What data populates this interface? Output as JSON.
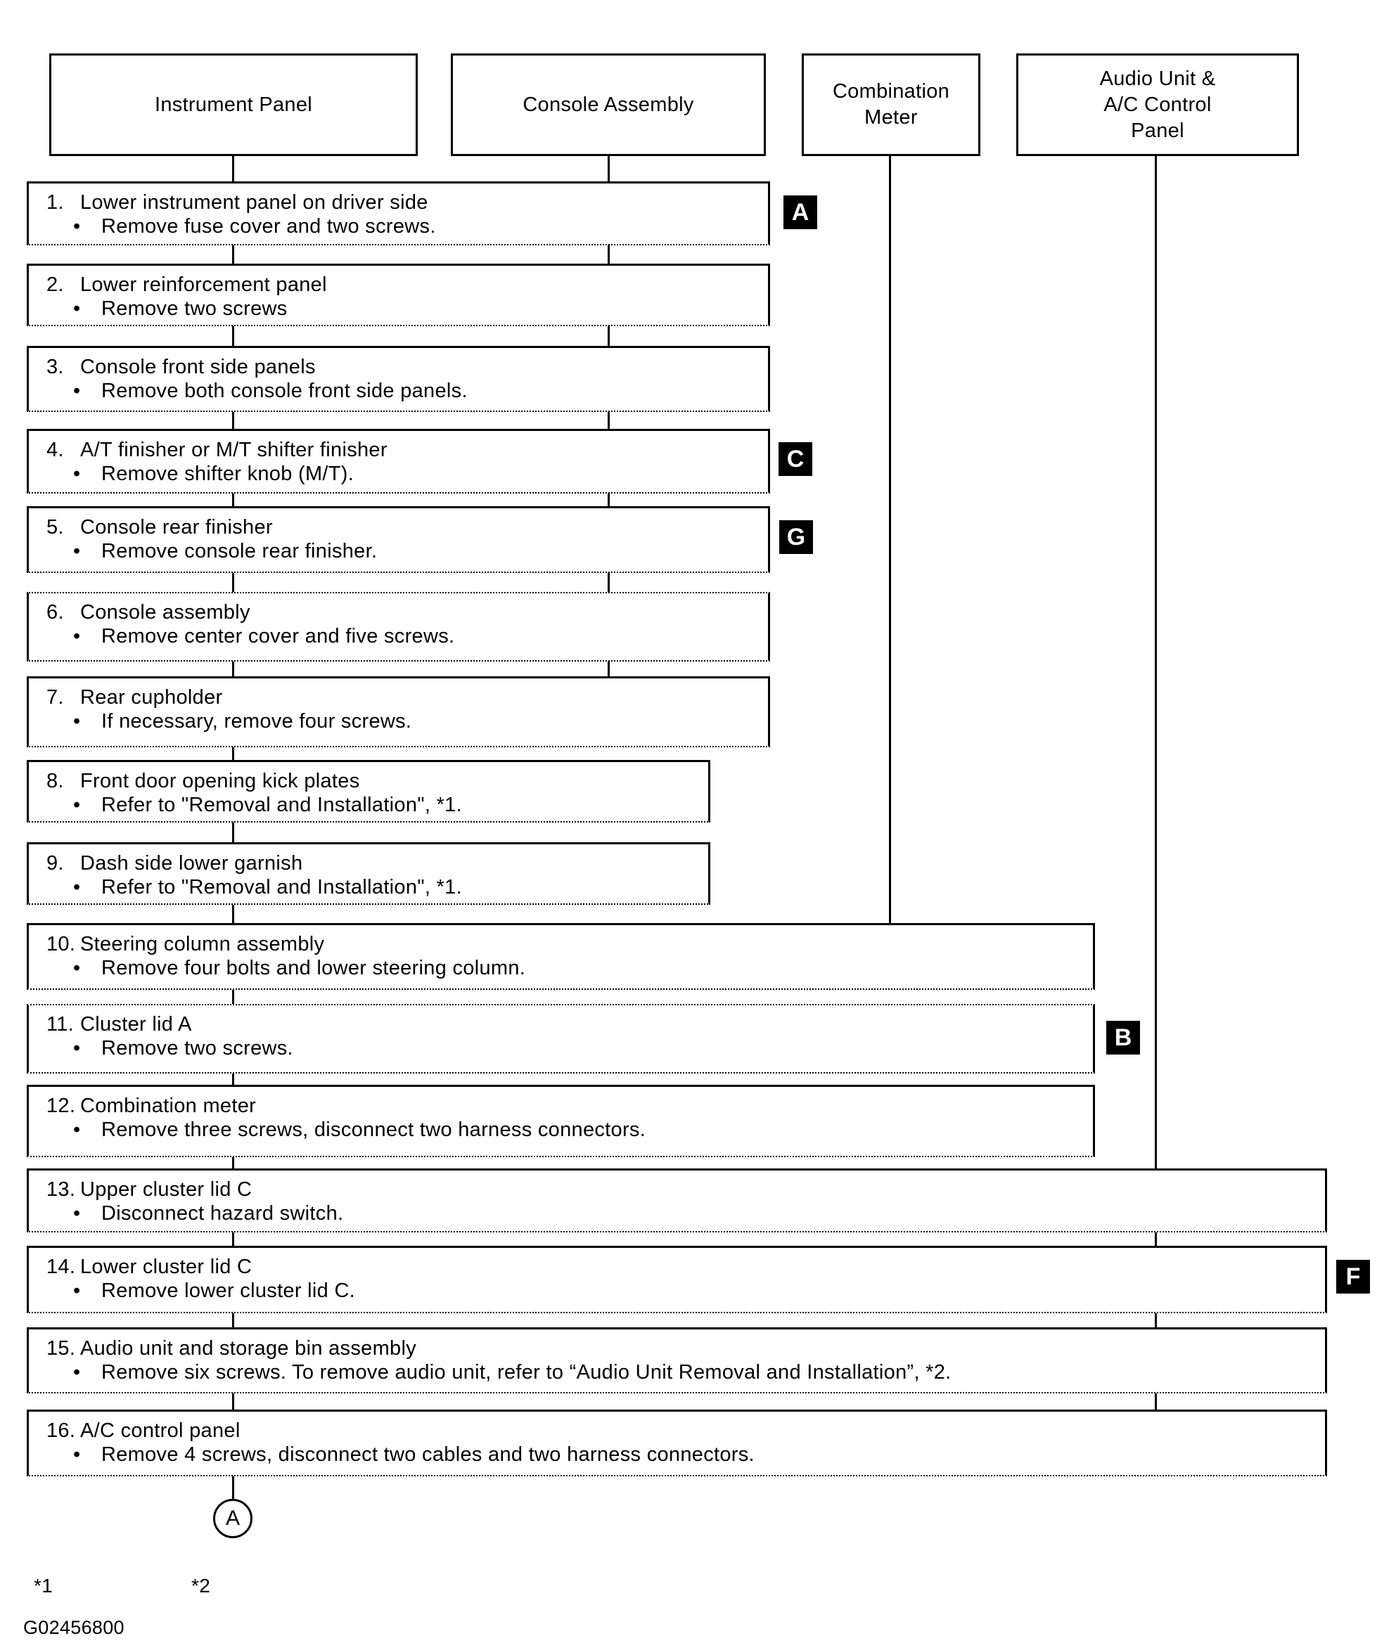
{
  "ui": {
    "bullet": "•"
  },
  "headers": [
    {
      "lines": [
        "Instrument Panel"
      ]
    },
    {
      "lines": [
        "Console Assembly"
      ]
    },
    {
      "lines": [
        "Combination",
        "Meter"
      ]
    },
    {
      "lines": [
        "Audio Unit &",
        "A/C Control",
        "Panel"
      ]
    }
  ],
  "steps": [
    {
      "num": "1.",
      "title": "Lower instrument panel on driver side",
      "detail": "Remove fuse cover and two screws."
    },
    {
      "num": "2.",
      "title": "Lower reinforcement panel",
      "detail": "Remove two screws"
    },
    {
      "num": "3.",
      "title": "Console front side panels",
      "detail": "Remove both console front side panels."
    },
    {
      "num": "4.",
      "title": "A/T finisher or M/T shifter finisher",
      "detail": "Remove shifter knob (M/T)."
    },
    {
      "num": "5.",
      "title": "Console rear finisher",
      "detail": "Remove console rear finisher."
    },
    {
      "num": "6.",
      "title": "Console assembly",
      "detail": "Remove center cover and five screws."
    },
    {
      "num": "7.",
      "title": "Rear cupholder",
      "detail": "If necessary, remove four screws."
    },
    {
      "num": "8.",
      "title": "Front door opening kick plates",
      "detail": "Refer to \"Removal and Installation\", *1."
    },
    {
      "num": "9.",
      "title": "Dash side lower garnish",
      "detail": "Refer to \"Removal and Installation\", *1."
    },
    {
      "num": "10.",
      "title": "Steering column assembly",
      "detail": "Remove four bolts and lower steering column."
    },
    {
      "num": "11.",
      "title": "Cluster lid A",
      "detail": "Remove two screws."
    },
    {
      "num": "12.",
      "title": "Combination meter",
      "detail": "Remove three screws, disconnect two harness connectors."
    },
    {
      "num": "13.",
      "title": "Upper cluster lid C",
      "detail": "Disconnect hazard switch."
    },
    {
      "num": "14.",
      "title": "Lower cluster lid C",
      "detail": "Remove lower cluster lid C."
    },
    {
      "num": "15.",
      "title": "Audio unit and storage bin assembly",
      "detail": "Remove six screws. To remove audio unit, refer to “Audio Unit Removal and Installation”, *2."
    },
    {
      "num": "16.",
      "title": "A/C control panel",
      "detail": "Remove 4 screws, disconnect two cables and two harness connectors."
    }
  ],
  "markers": [
    {
      "letter": "A"
    },
    {
      "letter": "C"
    },
    {
      "letter": "G"
    },
    {
      "letter": "B"
    },
    {
      "letter": "F"
    }
  ],
  "footer": {
    "connector_label": "A",
    "footnote_1": "*1",
    "footnote_2": "*2",
    "figure_id": "G02456800"
  }
}
